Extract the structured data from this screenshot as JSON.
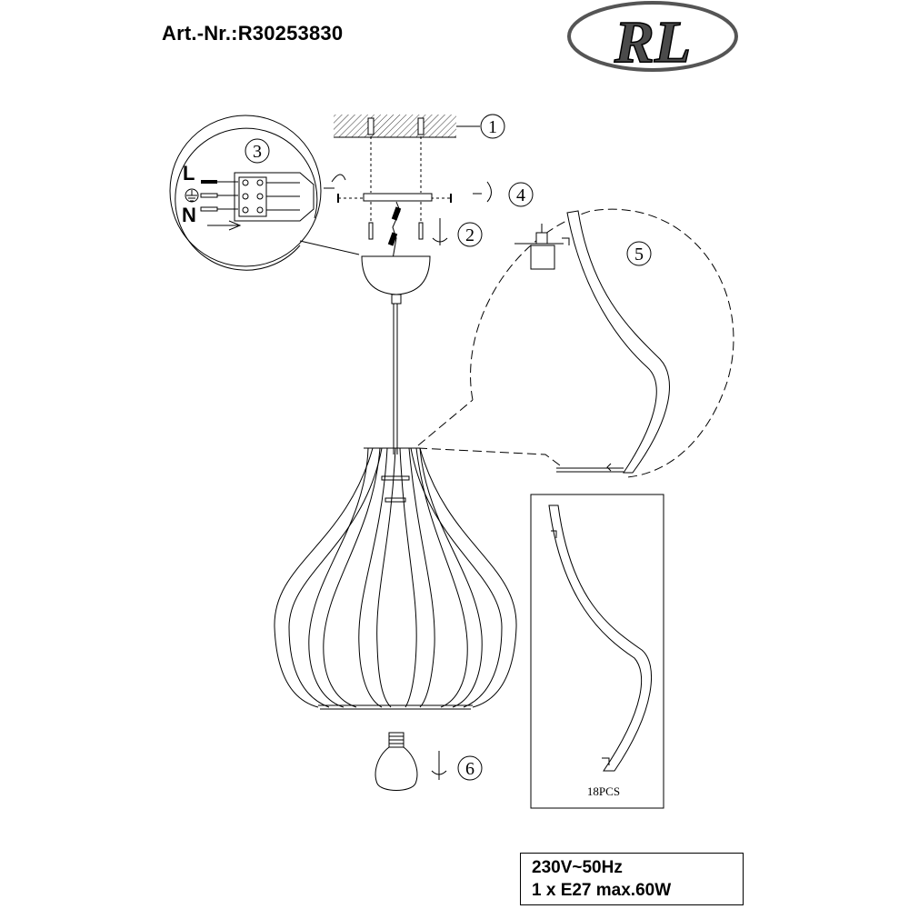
{
  "header": {
    "article_number": "Art.-Nr.:R30253830",
    "logo_text": "RL"
  },
  "callouts": {
    "c1": "1",
    "c2": "2",
    "c3": "3",
    "c4": "4",
    "c5": "5",
    "c6": "6"
  },
  "wiring": {
    "live": "L",
    "neutral": "N",
    "earth_icon": "earth-ground-icon"
  },
  "parts_box": {
    "quantity_label": "18PCS"
  },
  "specs": {
    "voltage": "230V~50Hz",
    "bulb": "1 x E27 max.60W"
  }
}
